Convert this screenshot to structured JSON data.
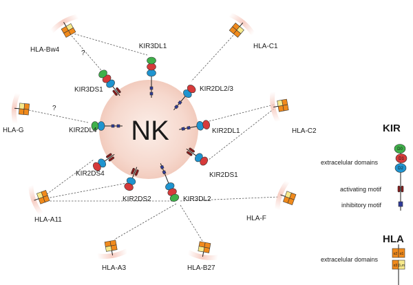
{
  "center_label": "NK",
  "question_mark": "?",
  "colors": {
    "cell_glow": "#f6d8cd",
    "d0": "#3fb04a",
    "d1": "#d63a3a",
    "d2": "#1f94cf",
    "activating_motif": "#8a1a1a",
    "inhibitory_motif": "#2e3a99",
    "hla_heavy": "#f08a1c",
    "hla_b2m": "#f7e98c",
    "fan": "#f6c8bd"
  },
  "receptors": {
    "kir3dl1": "KIR3DL1",
    "kir2dl23": "KIR2DL2/3",
    "kir2dl1": "KIR2DL1",
    "kir2ds1": "KIR2DS1",
    "kir3dl2": "KIR3DL2",
    "kir2ds2": "KIR2DS2",
    "kir2ds4": "KIR2DS4",
    "kir2dl4": "KIR2DL4",
    "kir3ds1": "KIR3DS1"
  },
  "ligands": {
    "hla_bw4": "HLA-Bw4",
    "hla_c1": "HLA-C1",
    "hla_c2": "HLA-C2",
    "hla_g": "HLA-G",
    "hla_a11": "HLA-A11",
    "hla_f": "HLA-F",
    "hla_a3": "HLA-A3",
    "hla_b27": "HLA-B27"
  },
  "legend": {
    "kir_title": "KIR",
    "extracellular_domains": "extracelular domains",
    "activating_motif": "activating motif",
    "inhibitory_motif": "inhibitory motif",
    "domain_d0": "D0",
    "domain_d1": "D1",
    "domain_d2": "D2",
    "hla_title": "HLA",
    "hla_extracellular_domains": "extracelular domains",
    "alpha1": "α1",
    "alpha2": "α2",
    "alpha3": "α3",
    "beta2m": "β₂m"
  }
}
